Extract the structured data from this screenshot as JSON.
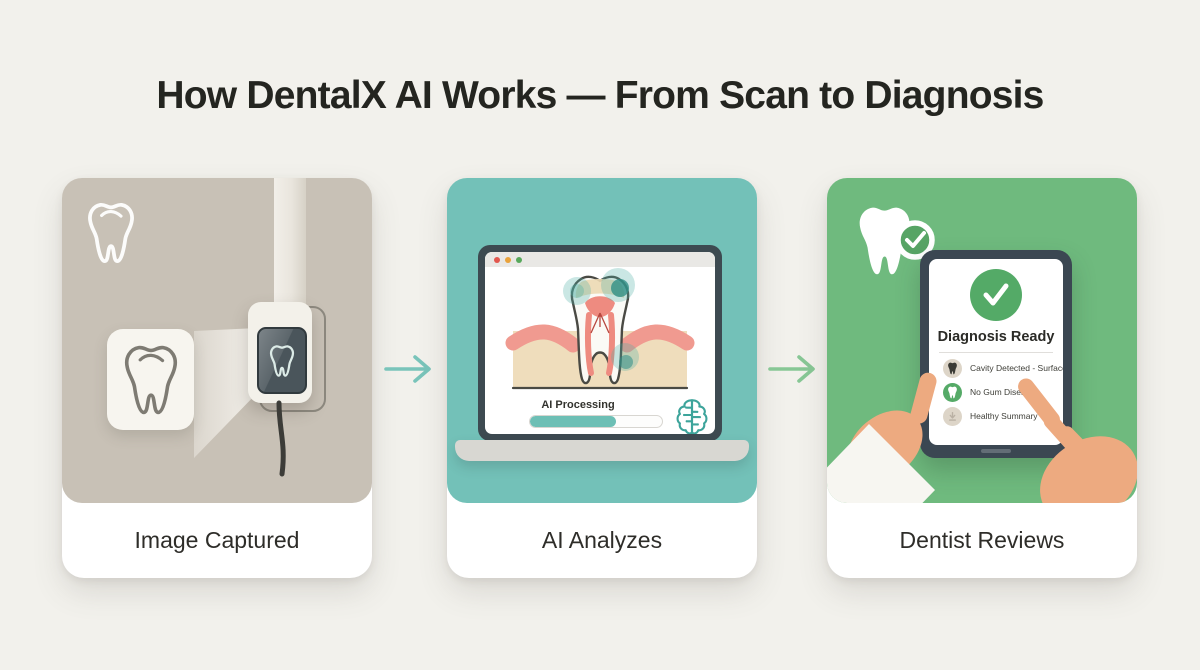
{
  "title": "How DentalX AI Works — From Scan to Diagnosis",
  "steps": [
    {
      "label": "Image Captured",
      "icons": [
        "tooth-outline-icon",
        "tooth-card-icon",
        "intraoral-scanner-icon",
        "scan-beam",
        "scanner-cable"
      ]
    },
    {
      "label": "AI Analyzes",
      "screen_status": "AI Processing",
      "progress_pct": 65,
      "icons": [
        "browser-dots",
        "tooth-xray-illustration",
        "detection-highlight-circles",
        "brain-circuit-icon",
        "progress-bar"
      ]
    },
    {
      "label": "Dentist Reviews",
      "diagnosis_title": "Diagnosis Ready",
      "findings": [
        {
          "text": "Cavity Detected - Surface",
          "icon": "cavity-tooth-icon",
          "icon_bg": "#ddd5c8"
        },
        {
          "text": "No Gum Disease",
          "icon": "healthy-tooth-icon",
          "icon_bg": "#55aa67"
        },
        {
          "text": "Healthy Summary",
          "icon": "summary-download-icon",
          "icon_bg": "#ddd5c8"
        }
      ],
      "icons": [
        "tooth-magnifier-check-icon",
        "check-circle-icon",
        "tablet",
        "dentist-hands"
      ]
    }
  ],
  "colors": {
    "page_bg": "#f2f1ec",
    "title_text": "#242520",
    "panel1_bg": "#c8c1b6",
    "panel2_bg": "#73c1b8",
    "panel3_bg": "#6fba7e",
    "arrow1": "#79c4ba",
    "arrow2": "#87c795",
    "accent_teal": "#6dbfb5",
    "accent_green": "#54aa67",
    "label_text": "#2e2d29",
    "skin": "#edaa80"
  }
}
